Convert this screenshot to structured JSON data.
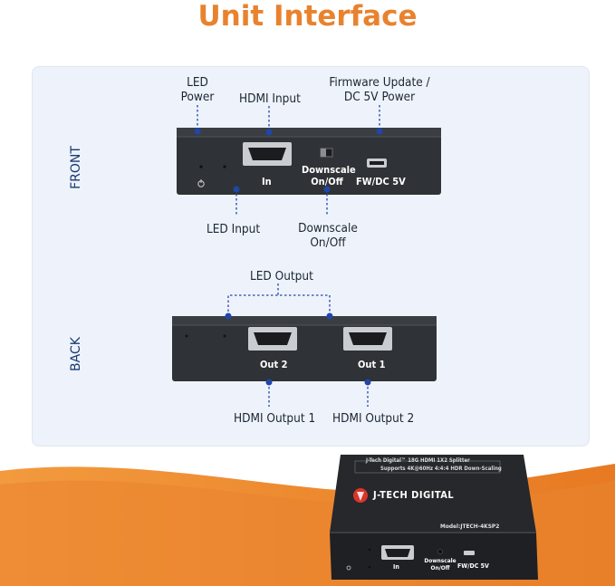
{
  "title": "Unit Interface",
  "front": {
    "side_label": "FRONT",
    "callouts": {
      "led_power": [
        "LED",
        "Power"
      ],
      "hdmi_input": "HDMI Input",
      "fw_update": [
        "Firmware Update /",
        "DC 5V Power"
      ],
      "led_input": "LED Input",
      "downscale": [
        "Downscale",
        "On/Off"
      ]
    },
    "device_labels": {
      "in": "In",
      "downscale": [
        "Downscale",
        "On/Off"
      ],
      "fw": "FW/DC 5V"
    }
  },
  "back": {
    "side_label": "BACK",
    "callouts": {
      "led_output": "LED Output",
      "hdmi_output_1": "HDMI Output 1",
      "hdmi_output_2": "HDMI Output 2"
    },
    "device_labels": {
      "out2": "Out 2",
      "out1": "Out 1"
    }
  },
  "product": {
    "top_line1": "J-Tech Digital™ 18G HDMI 1X2 Splitter",
    "top_line2": "Supports 4K@60Hz 4:4:4 HDR Down-Scaling",
    "brand": "J-TECH DIGITAL",
    "model": "Model:JTECH-4KSP2",
    "front_in": "In",
    "front_downscale": [
      "Downscale",
      "On/Off"
    ],
    "front_fw": "FW/DC  5V"
  },
  "colors": {
    "accent_orange": "#e9822e",
    "callout_blue": "#2046a8",
    "label_dark": "#1b2533",
    "panel_bg": "#eef3fb",
    "device_body": "#2f3236"
  }
}
